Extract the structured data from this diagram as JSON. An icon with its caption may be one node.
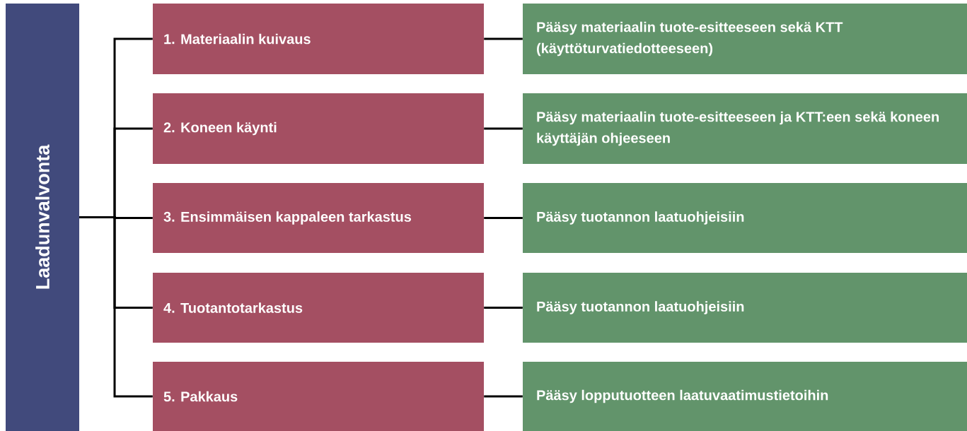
{
  "diagram": {
    "nodes": [
      {
        "text": [
          "Laadunvalvonta"
        ]
      },
      {
        "text": [
          "1. Materiaalin kuivaus"
        ]
      },
      {
        "text": [
          "Pääsy materiaalin tuote-esitteeseen sekä KTT (käyttöturvatiedotteeseen)"
        ]
      },
      {
        "text": [
          "2. Koneen käynti"
        ]
      },
      {
        "text": [
          "Pääsy materiaalin tuote-esitteeseen ja KTT:een sekä koneen käyttäjän ohjeeseen"
        ]
      },
      {
        "text": [
          "3. Ensimmäisen kappaleen tarkastus"
        ]
      },
      {
        "text": [
          "Pääsy tuotannon laatuohjeisiin"
        ]
      },
      {
        "text": [
          "4. Tuotantotarkastus"
        ]
      },
      {
        "text": [
          "Pääsy tuotannon laatuohjeisiin"
        ]
      },
      {
        "text": [
          "5. Pakkaus"
        ]
      },
      {
        "text": [
          "Pääsy lopputuotteen laatuvaatimustietoihin"
        ]
      }
    ],
    "edges": [
      {
        "from": 0,
        "to": 1,
        "arrow": "none"
      },
      {
        "from": 0,
        "to": 3,
        "arrow": "none"
      },
      {
        "from": 0,
        "to": 5,
        "arrow": "none"
      },
      {
        "from": 0,
        "to": 7,
        "arrow": "none"
      },
      {
        "from": 0,
        "to": 9,
        "arrow": "none"
      },
      {
        "from": 1,
        "to": 2,
        "arrow": "none"
      },
      {
        "from": 3,
        "to": 4,
        "arrow": "none"
      },
      {
        "from": 5,
        "to": 6,
        "arrow": "none"
      },
      {
        "from": 7,
        "to": 8,
        "arrow": "none"
      },
      {
        "from": 9,
        "to": 10,
        "arrow": "none"
      }
    ]
  }
}
